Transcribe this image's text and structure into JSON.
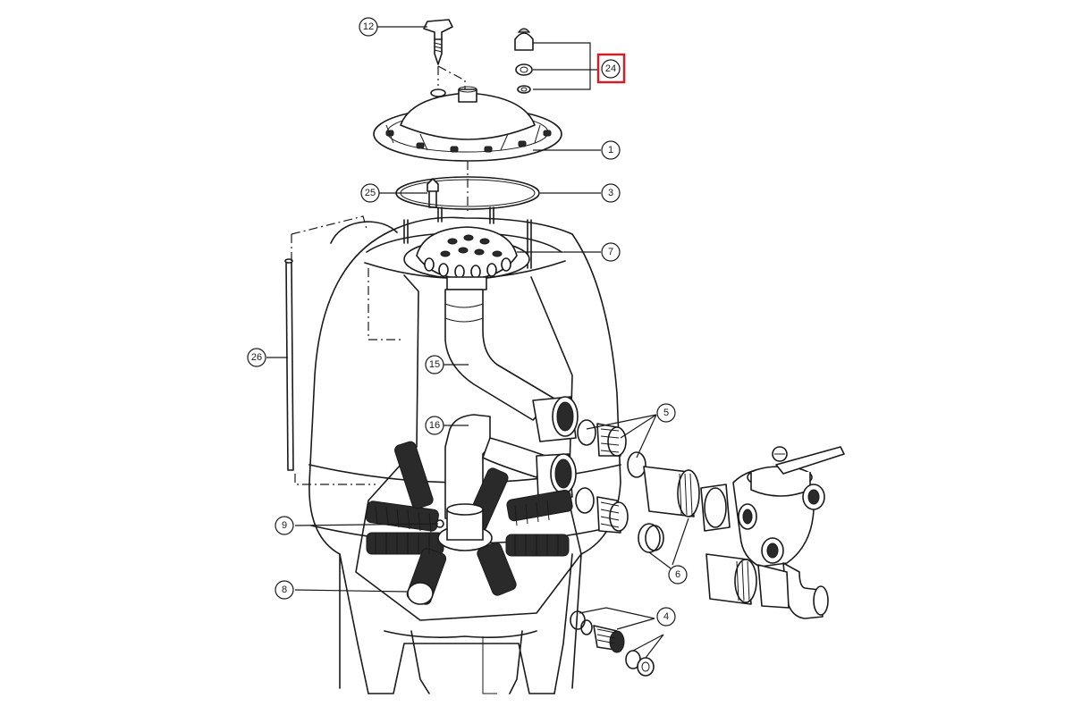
{
  "callouts": {
    "c12": "12",
    "c24": "24",
    "c1": "1",
    "c25": "25",
    "c3": "3",
    "c7": "7",
    "c26": "26",
    "c15": "15",
    "c16": "16",
    "c5": "5",
    "c9": "9",
    "c8": "8",
    "c6": "6",
    "c4": "4"
  },
  "highlight": {
    "callout": "24",
    "color": "#cc1f2a"
  }
}
